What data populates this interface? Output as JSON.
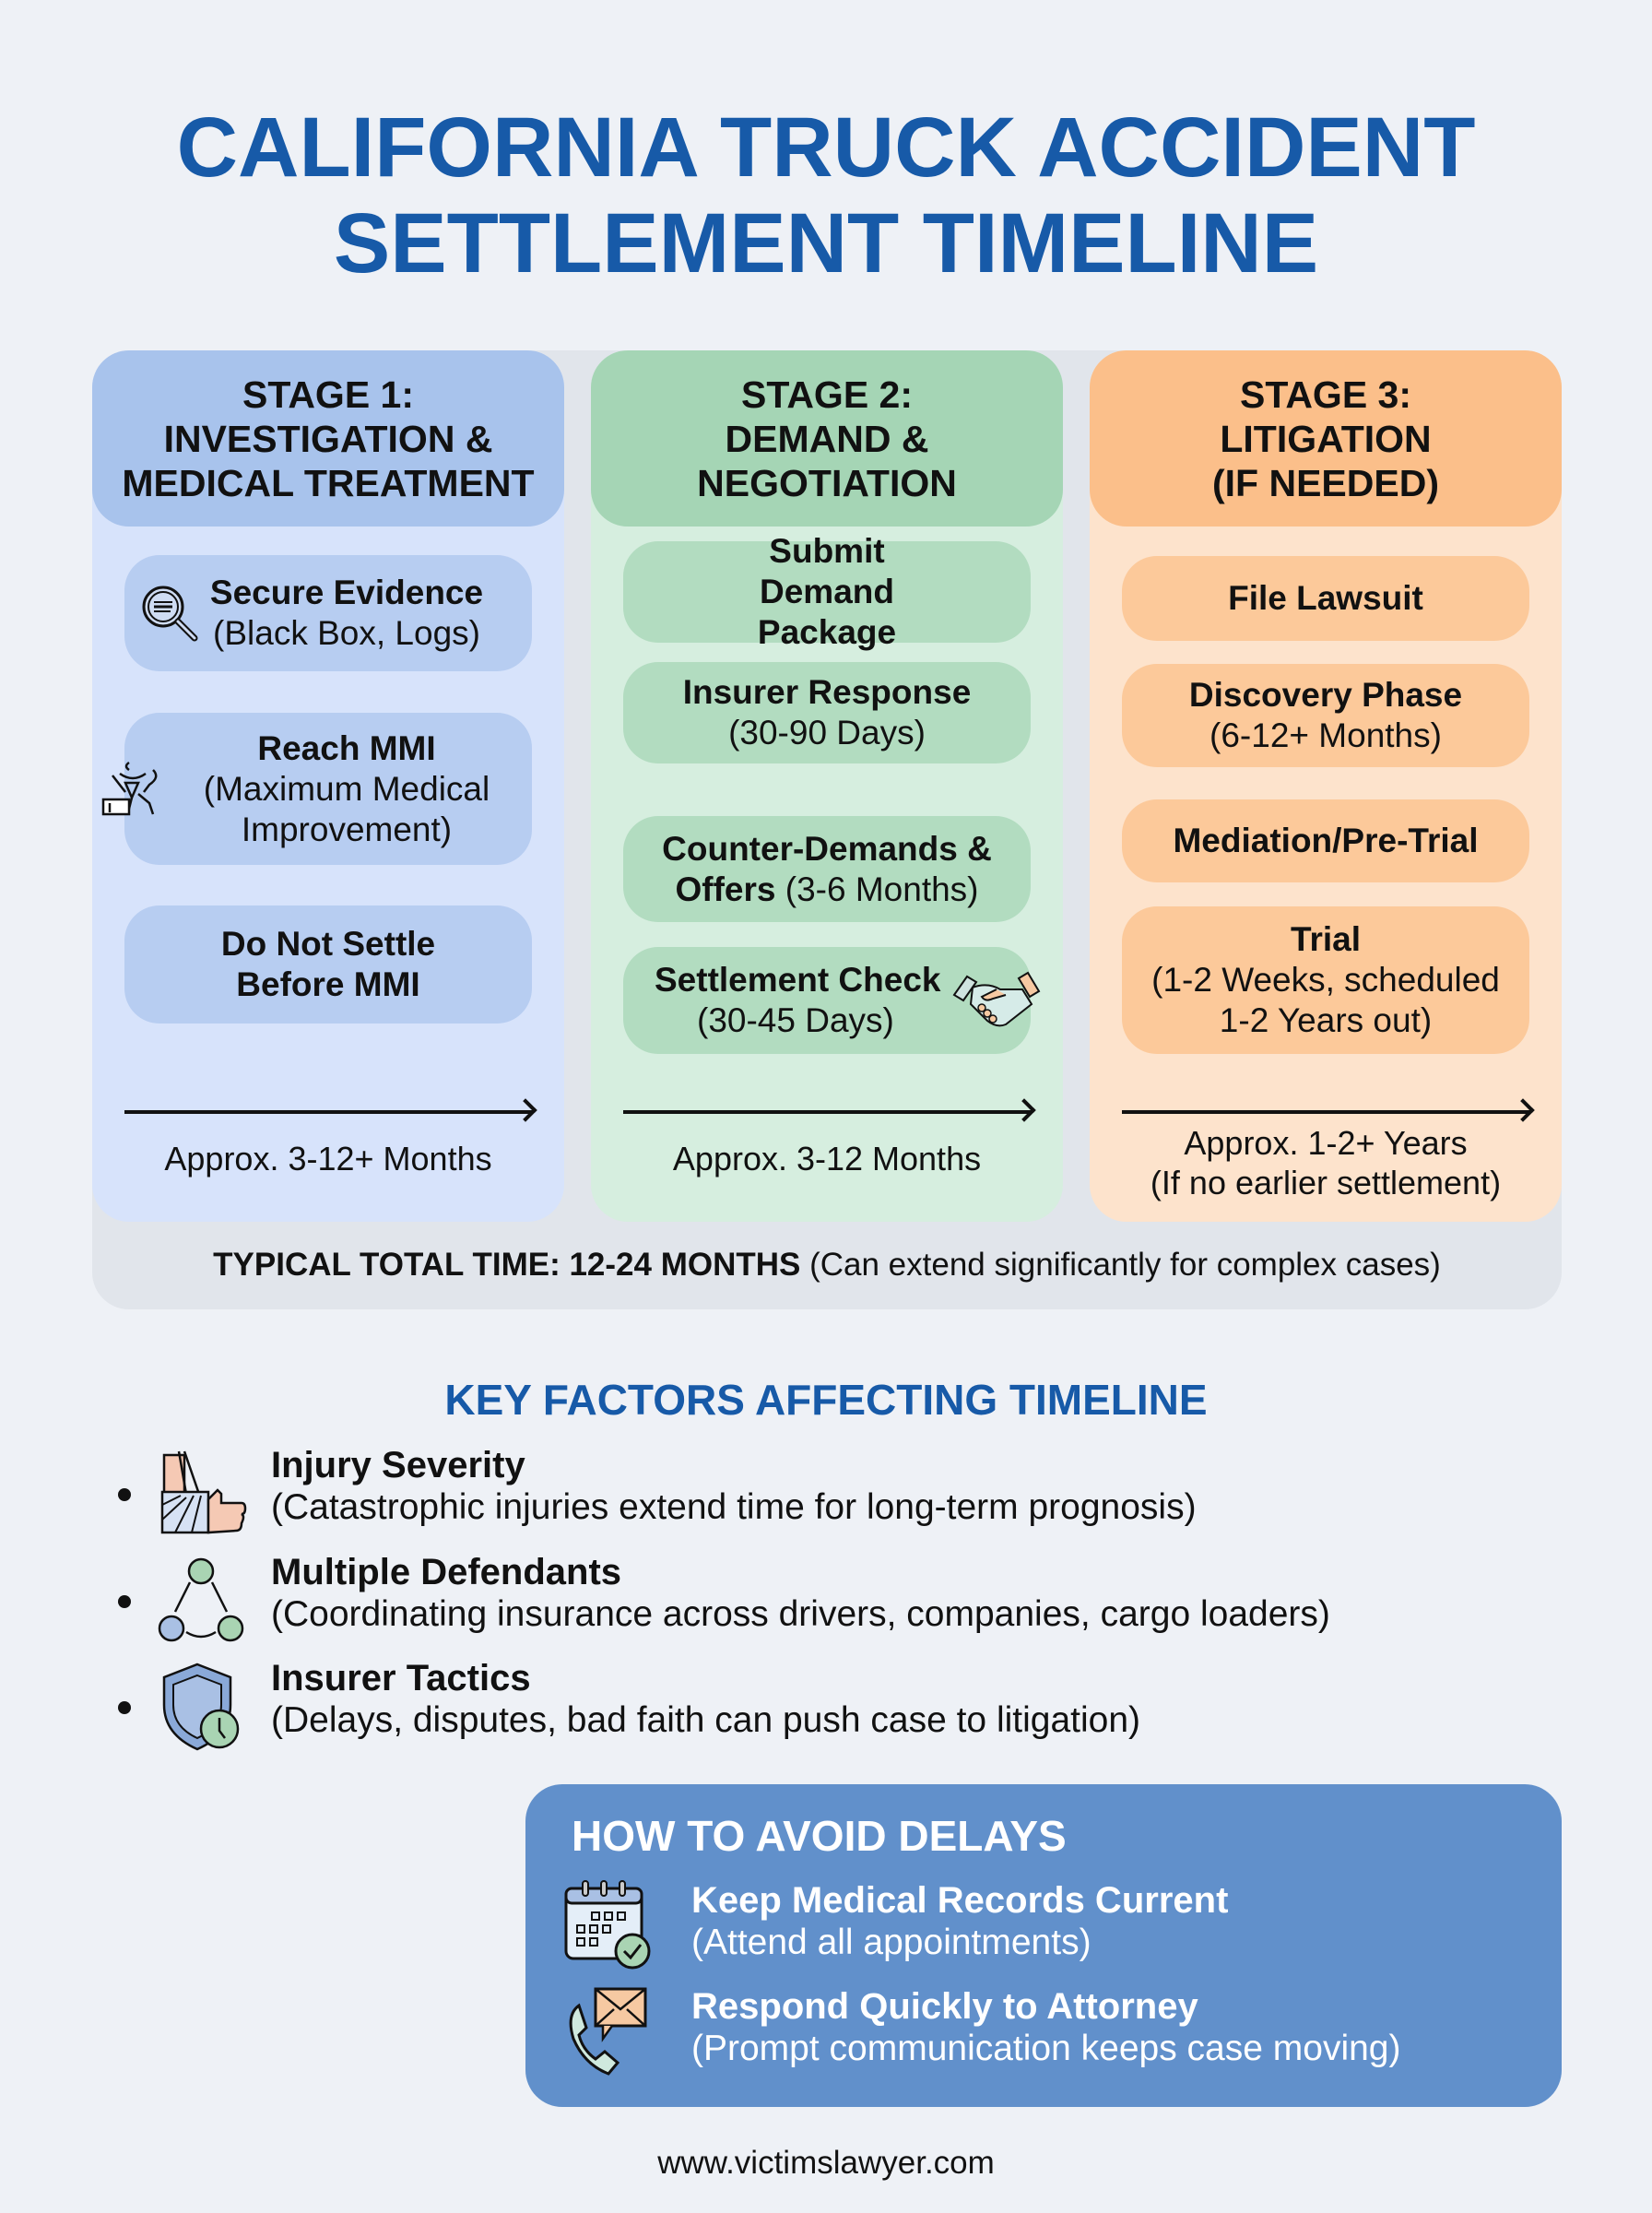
{
  "title": {
    "line1": "CALIFORNIA TRUCK ACCIDENT",
    "line2": "SETTLEMENT TIMELINE",
    "color": "#175aa8"
  },
  "stages": [
    {
      "header": [
        "STAGE 1:",
        "INVESTIGATION &",
        "MEDICAL TREATMENT"
      ],
      "color": "#a8c3ec",
      "steps": [
        {
          "bold": "Secure Evidence",
          "normal": "(Black Box, Logs)",
          "icon": "magnifying-glass-icon"
        },
        {
          "bold": "Reach MMI",
          "normal": "(Maximum Medical Improvement)",
          "icon": "recovering-patient-icon"
        },
        {
          "bold": "Do Not Settle Before MMI",
          "normal": ""
        }
      ],
      "duration": [
        "Approx. 3-12+ Months"
      ]
    },
    {
      "header": [
        "STAGE 2:",
        "DEMAND &",
        "NEGOTIATION"
      ],
      "color": "#a5d5b5",
      "steps": [
        {
          "bold": "Submit Demand Package",
          "normal": ""
        },
        {
          "bold": "Insurer Response",
          "normal": "(30-90 Days)"
        },
        {
          "bold": "Counter-Demands & Offers",
          "normal": "(3-6 Months)"
        },
        {
          "bold": "Settlement Check",
          "normal": "(30-45 Days)",
          "icon": "handshake-icon"
        }
      ],
      "duration": [
        "Approx. 3-12 Months"
      ]
    },
    {
      "header": [
        "STAGE 3:",
        "LITIGATION",
        "(IF NEEDED)"
      ],
      "color": "#fbbf8a",
      "steps": [
        {
          "bold": "File Lawsuit",
          "normal": ""
        },
        {
          "bold": "Discovery Phase",
          "normal": "(6-12+ Months)"
        },
        {
          "bold": "Mediation/Pre-Trial",
          "normal": ""
        },
        {
          "bold": "Trial",
          "normal": "(1-2 Weeks, scheduled 1-2 Years out)"
        }
      ],
      "duration": [
        "Approx. 1-2+ Years",
        "(If no earlier settlement)"
      ]
    }
  ],
  "total_time": {
    "bold": "TYPICAL TOTAL TIME: 12-24 MONTHS",
    "normal": "(Can extend significantly for complex cases)"
  },
  "key_factors": {
    "title": "KEY FACTORS AFFECTING TIMELINE",
    "items": [
      {
        "heading": "Injury Severity",
        "detail": "(Catastrophic injuries extend time for long-term prognosis)",
        "icon": "arm-cast-icon"
      },
      {
        "heading": "Multiple Defendants",
        "detail": "(Coordinating insurance across drivers, companies, cargo loaders)",
        "icon": "network-nodes-icon"
      },
      {
        "heading": "Insurer Tactics",
        "detail": "(Delays, disputes, bad faith can push case to litigation)",
        "icon": "shield-clock-icon"
      }
    ]
  },
  "avoid_delays": {
    "title": "HOW TO AVOID DELAYS",
    "color": "#6190cb",
    "items": [
      {
        "heading": "Keep Medical Records Current",
        "detail": "(Attend all appointments)",
        "icon": "calendar-check-icon"
      },
      {
        "heading": "Respond Quickly to Attorney",
        "detail": "(Prompt communication keeps case moving)",
        "icon": "phone-mail-icon"
      }
    ]
  },
  "footer": {
    "url": "www.victimslawyer.com"
  }
}
